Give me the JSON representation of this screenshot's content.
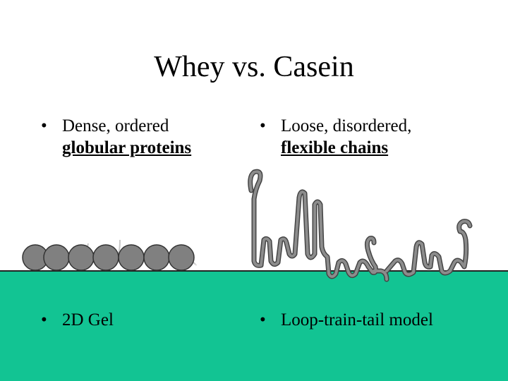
{
  "title": "Whey vs. Casein",
  "left_top": {
    "line1": "Dense, ordered",
    "line2": "globular proteins"
  },
  "right_top": {
    "line1": "Loose, disordered,",
    "line2": "flexible chains"
  },
  "left_bottom": "2D Gel",
  "right_bottom": "Loop-train-tail model",
  "colors": {
    "surface": "#12c493",
    "globule": "#808080",
    "chain": "#8c8c8c"
  }
}
